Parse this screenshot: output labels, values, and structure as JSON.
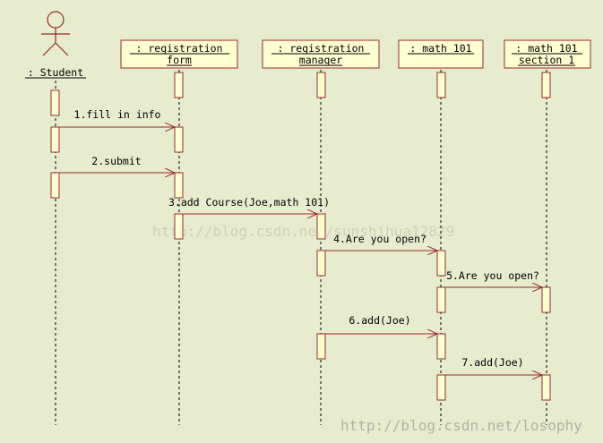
{
  "actor": {
    "label": ": Student",
    "icon": "stick-figure-icon"
  },
  "objects": [
    {
      "line1": ": registration",
      "line2": "form"
    },
    {
      "line1": ": registration",
      "line2": "manager"
    },
    {
      "line1": ": math 101",
      "line2": ""
    },
    {
      "line1": ": math 101",
      "line2": "section 1"
    }
  ],
  "messages": [
    {
      "label": "1.fill in info"
    },
    {
      "label": "2.submit"
    },
    {
      "label": "3.add Course(Joe,math 101)"
    },
    {
      "label": "4.Are you open?"
    },
    {
      "label": "5.Are you open?"
    },
    {
      "label": "6.add(Joe)"
    },
    {
      "label": "7.add(Joe)"
    }
  ],
  "watermarks": {
    "center": "http://blog.csdn.net/sunshihua12829",
    "corner": "http://blog.csdn.net/losophy"
  },
  "colors": {
    "background": "#e7eccf",
    "object_fill": "#ffffd2",
    "border": "#9a2a2a",
    "lifeline": "#000000"
  }
}
